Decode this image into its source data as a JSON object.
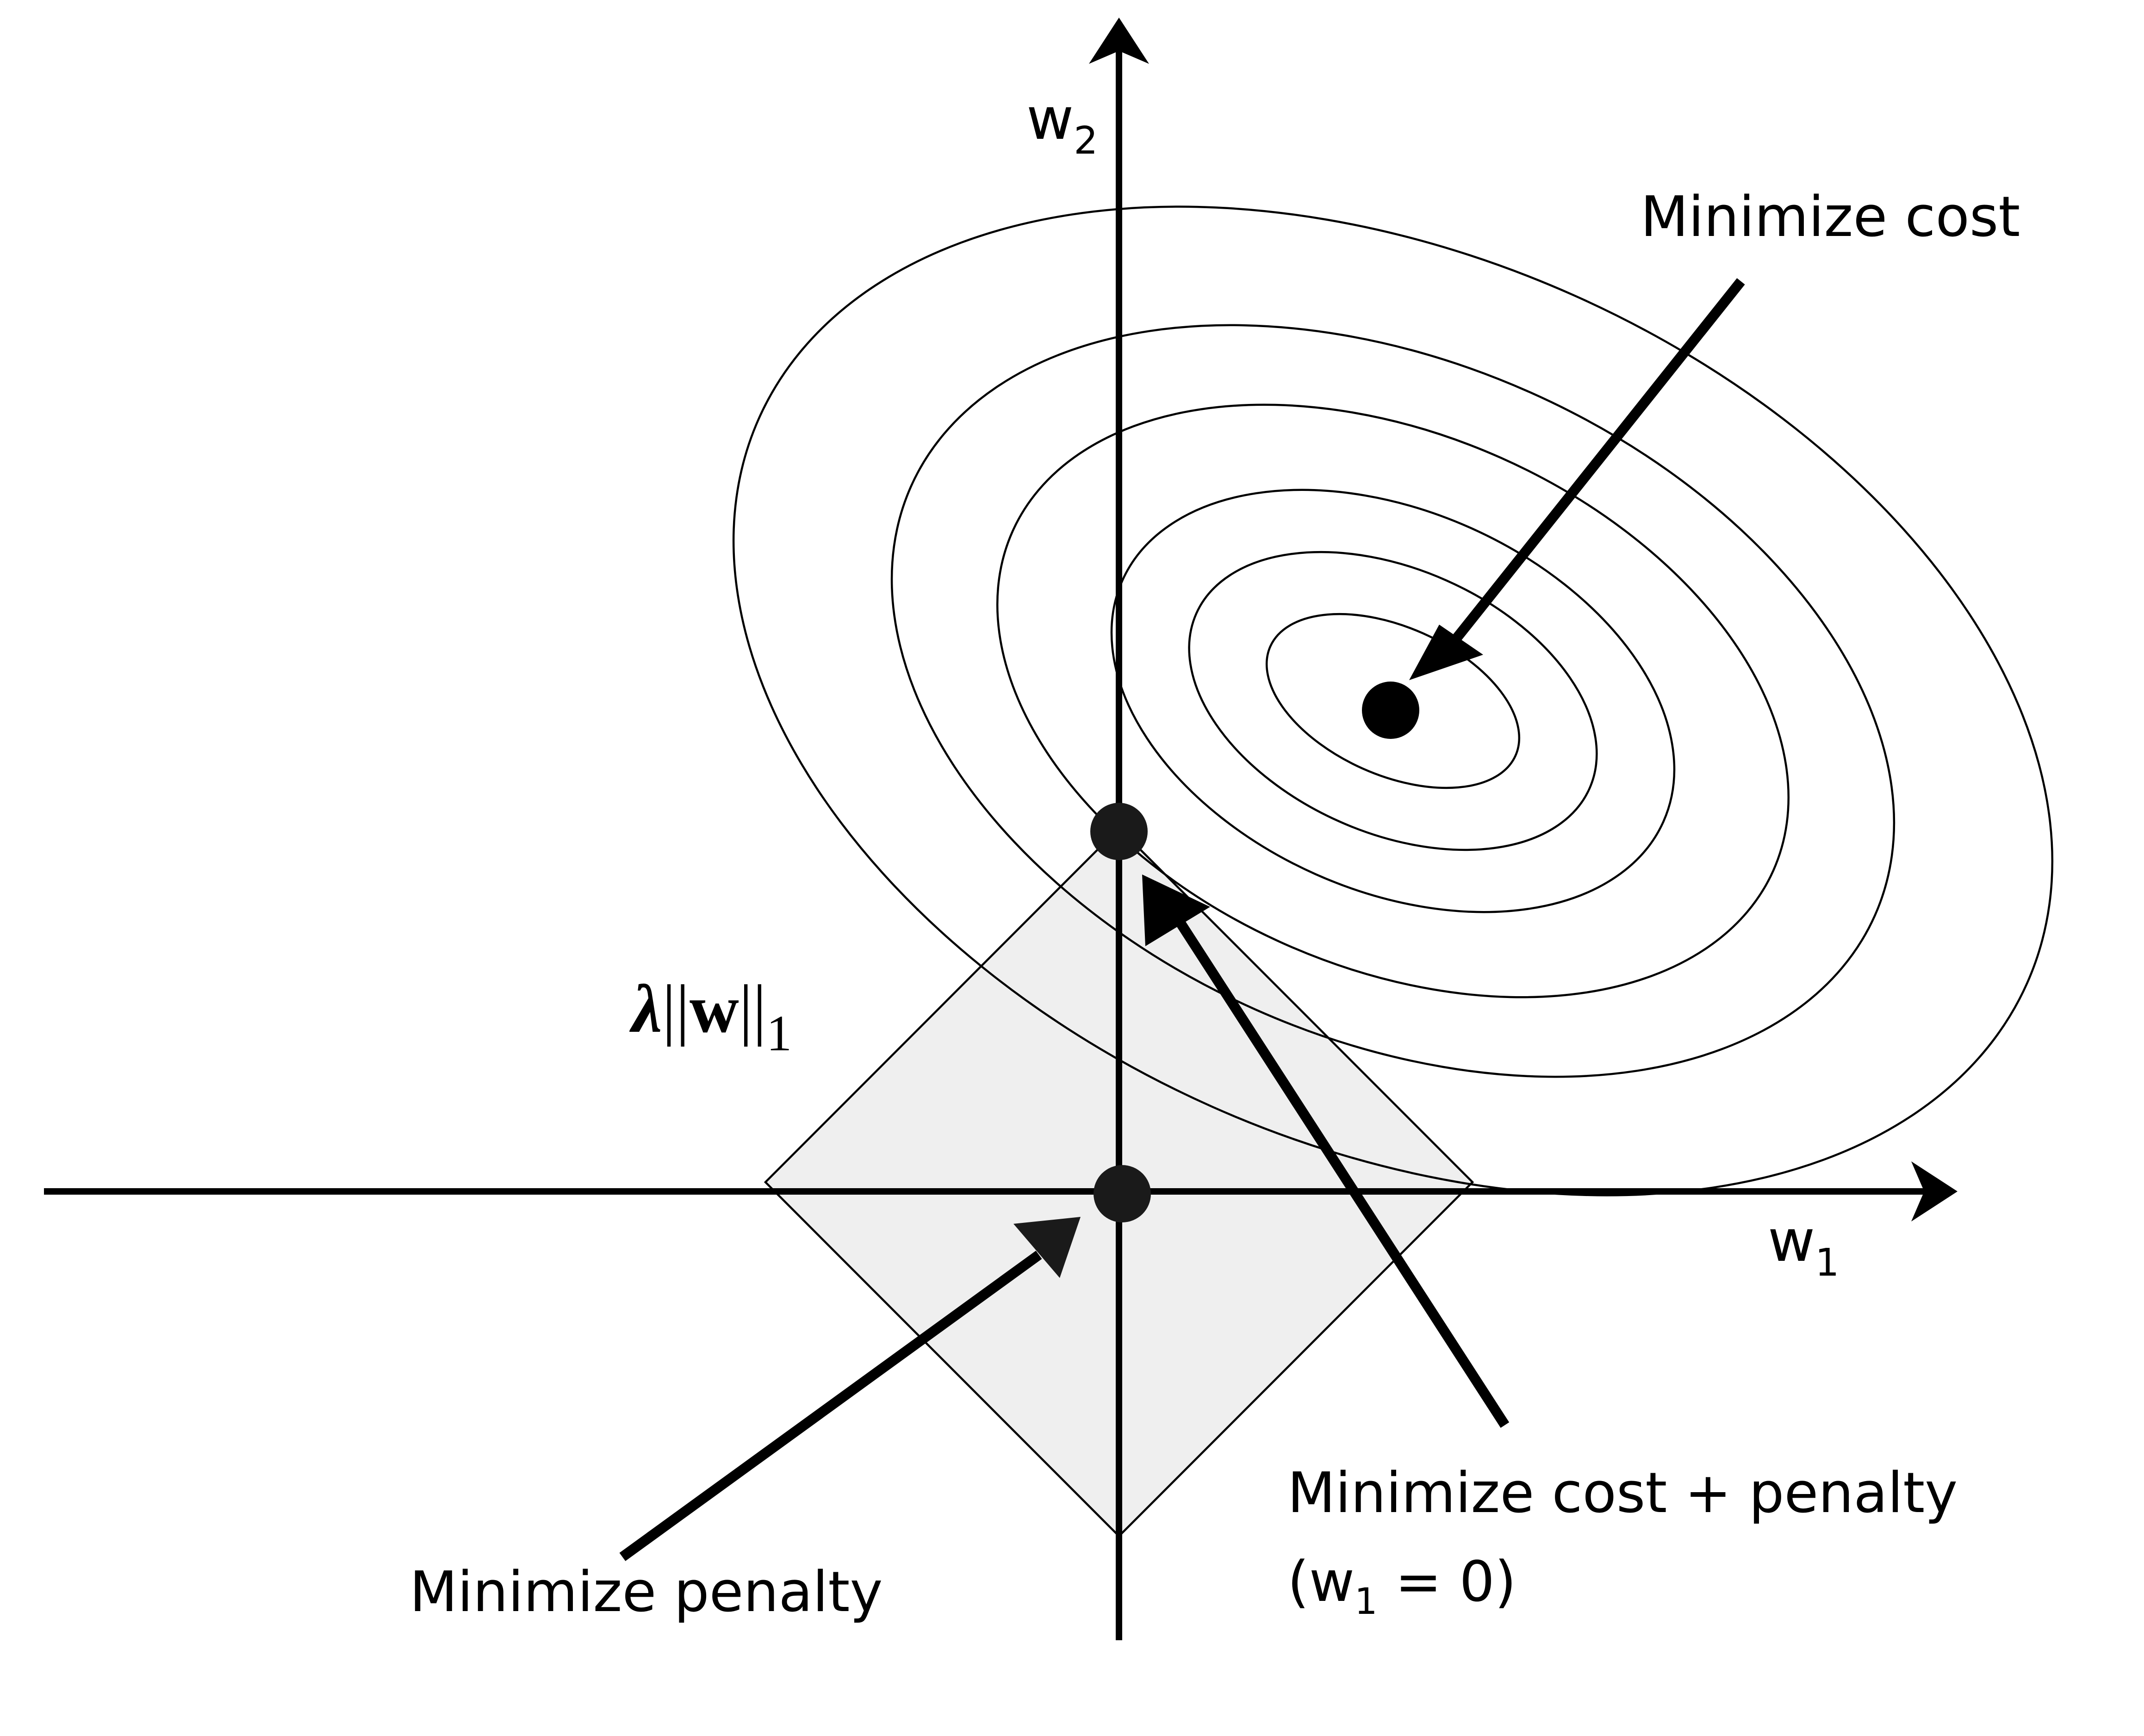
{
  "axes": {
    "x_label": {
      "main": "w",
      "sub": "1"
    },
    "y_label": {
      "main": "w",
      "sub": "2"
    }
  },
  "penalty_label": {
    "lambda": "λ",
    "bars_open": "||",
    "w": "w",
    "bars_close": "||",
    "sub": "1"
  },
  "annotations": {
    "minimize_cost": "Minimize cost",
    "minimize_cost_penalty": "Minimize cost + penalty",
    "w1_zero": {
      "open": "(w",
      "sub": "1",
      "rest": " = 0)"
    },
    "minimize_penalty": "Minimize penalty"
  },
  "colors": {
    "axis": "#000000",
    "contour": "#000000",
    "penalty_fill": "#efefef",
    "point": "#1a1a1a"
  },
  "contour_count": 6
}
